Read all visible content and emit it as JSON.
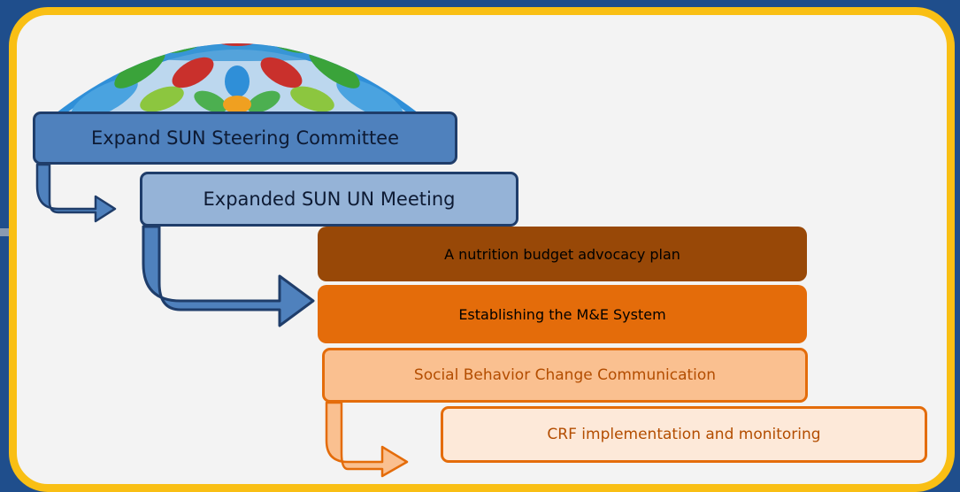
{
  "process_steps": [
    {
      "label": "Expand SUN Steering Committee"
    },
    {
      "label": "Expanded SUN UN Meeting"
    },
    {
      "label": "A nutrition budget advocacy plan"
    },
    {
      "label": "Establishing the M&E System"
    },
    {
      "label": "Social Behavior Change Communication"
    },
    {
      "label": "CRF implementation and monitoring"
    }
  ],
  "colors": {
    "background": "#1f4e8c",
    "frame_border": "#f9bf14",
    "panel": "#f3f3f3",
    "step_blue_dark": "#4f81bd",
    "step_blue_light": "#95b3d7",
    "step_brown": "#984807",
    "step_orange": "#e46c0a",
    "step_peach": "#fac090",
    "step_cream": "#fde9d9"
  },
  "decoration": "stained-glass-dome"
}
